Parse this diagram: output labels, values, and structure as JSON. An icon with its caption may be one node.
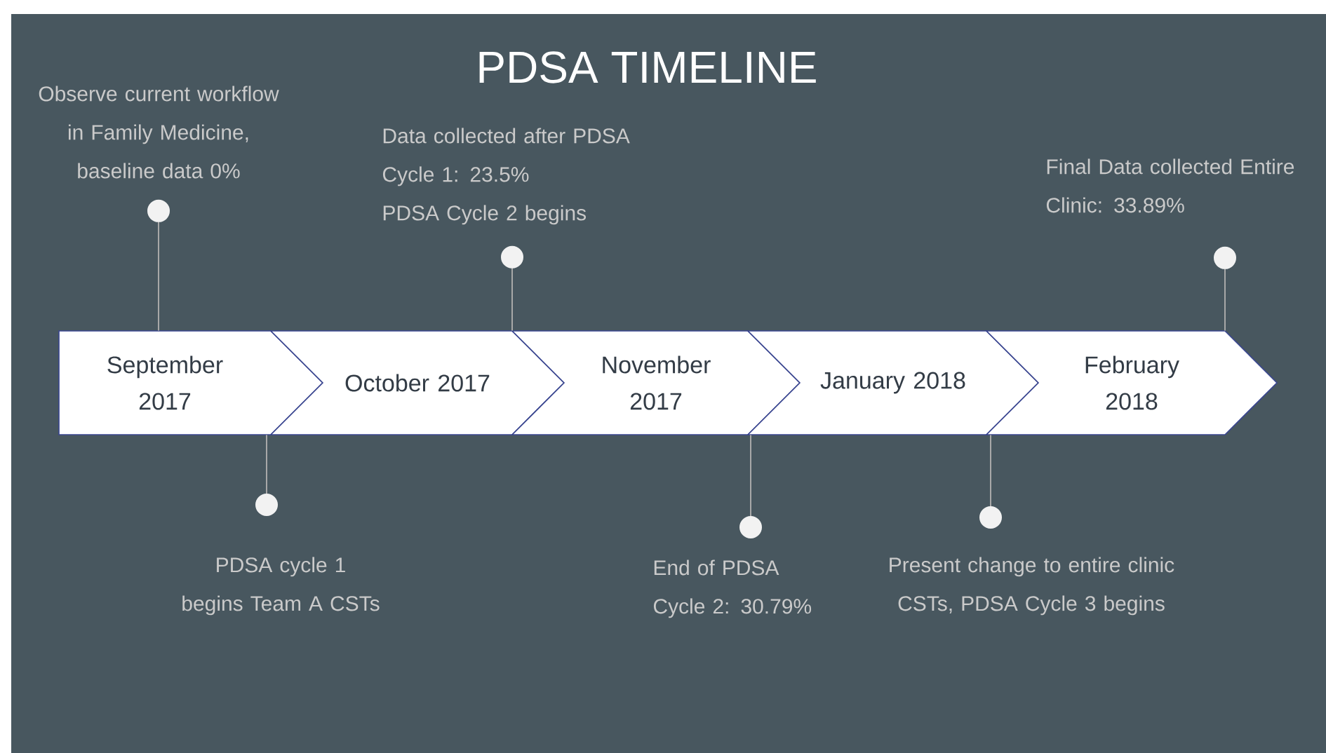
{
  "diagram": {
    "title": "PDSA TIMELINE",
    "nodes": [
      {
        "text": [
          "Observe current workflow in Family Medicine, baseline data 0%"
        ]
      },
      {
        "text": [
          "Data collected after PDSA Cycle 1: 23.5%",
          "PDSA Cycle 2 begins"
        ]
      },
      {
        "text": [
          "Final Data collected Entire Clinic: 33.89%"
        ]
      },
      {
        "text": [
          "September 2017"
        ]
      },
      {
        "text": [
          "October 2017"
        ]
      },
      {
        "text": [
          "November 2017"
        ]
      },
      {
        "text": [
          "January 2018"
        ]
      },
      {
        "text": [
          "February 2018"
        ]
      },
      {
        "text": [
          "PDSA cycle 1 begins Team A CSTs"
        ]
      },
      {
        "text": [
          "End of PDSA Cycle 2: 30.79%"
        ]
      },
      {
        "text": [
          "Present change to entire clinic CSTs, PDSA Cycle 3 begins"
        ]
      }
    ],
    "edges": [
      {
        "from": 0,
        "to": 3,
        "arrow": "other"
      },
      {
        "from": 8,
        "to": 3,
        "arrow": "other"
      },
      {
        "from": 1,
        "to": 4,
        "arrow": "other"
      },
      {
        "from": 9,
        "to": 5,
        "arrow": "other"
      },
      {
        "from": 10,
        "to": 6,
        "arrow": "other"
      },
      {
        "from": 2,
        "to": 7,
        "arrow": "other"
      }
    ]
  }
}
